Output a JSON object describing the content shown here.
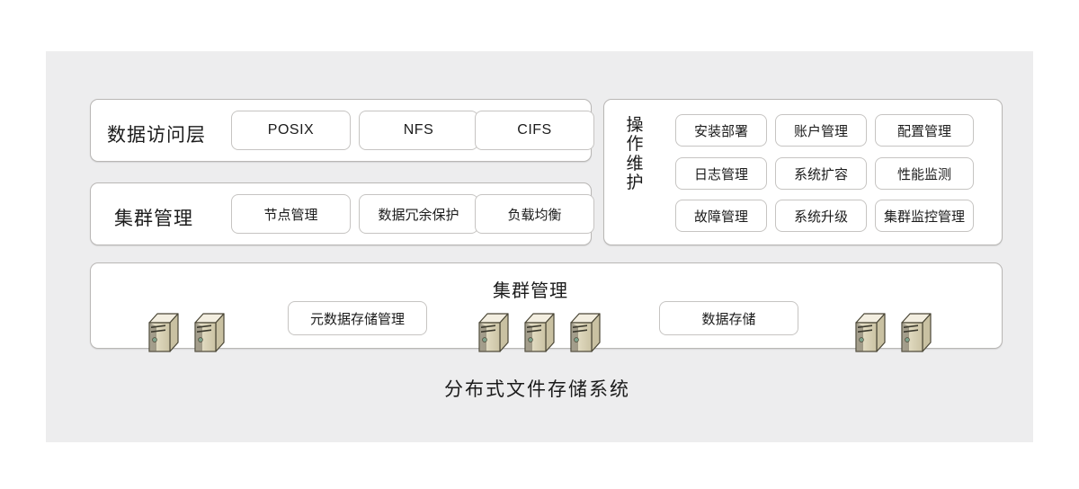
{
  "diagram": {
    "caption": "分布式文件存储系统",
    "canvas_bg": "#ededee",
    "panel_bg": "#ffffff",
    "panel_border": "#b9b7b5",
    "chip_border": "#c6c4c2",
    "text_color": "#1b1b1b",
    "server_icon_color": "#ddd6bb"
  },
  "access_layer": {
    "title": "数据访问层",
    "chips": [
      {
        "label": "POSIX"
      },
      {
        "label": "NFS"
      },
      {
        "label": "CIFS"
      }
    ]
  },
  "cluster_layer": {
    "title": "集群管理",
    "chips": [
      {
        "label": "节点管理"
      },
      {
        "label": "数据冗余保护"
      },
      {
        "label": "负载均衡"
      }
    ]
  },
  "operations_panel": {
    "title": "操作维护",
    "rows": [
      [
        {
          "label": "安装部署"
        },
        {
          "label": "账户管理"
        },
        {
          "label": "配置管理"
        }
      ],
      [
        {
          "label": "日志管理"
        },
        {
          "label": "系统扩容"
        },
        {
          "label": "性能监测"
        }
      ],
      [
        {
          "label": "故障管理"
        },
        {
          "label": "系统升级"
        },
        {
          "label": "集群监控管理"
        }
      ]
    ]
  },
  "storage_panel": {
    "title": "集群管理",
    "chips": [
      {
        "label": "元数据存储管理"
      },
      {
        "label": "数据存储"
      }
    ],
    "server_groups": [
      {
        "name": "metadata-servers-left",
        "count": 2
      },
      {
        "name": "data-servers-middle",
        "count": 3
      },
      {
        "name": "data-servers-right",
        "count": 2
      }
    ]
  }
}
